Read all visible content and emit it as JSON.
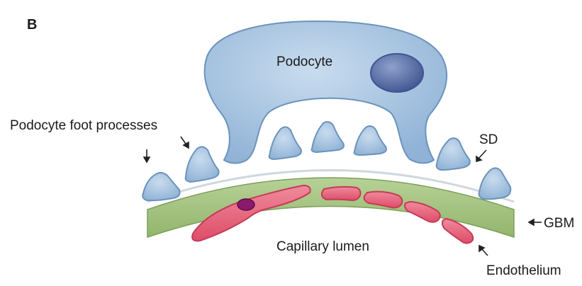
{
  "panel_label": "B",
  "labels": {
    "podocyte": "Podocyte",
    "foot_processes": "Podocyte foot processes",
    "sd": "SD",
    "gbm": "GBM",
    "capillary_lumen": "Capillary lumen",
    "endothelium": "Endothelium"
  },
  "colors": {
    "podocyte_fill": "#9fbfdd",
    "podocyte_stroke": "#6c93bb",
    "nucleus": "#5f73a6",
    "gbm_fill": "#a8c583",
    "gbm_stroke": "#7d9f5b",
    "endothelium_fill": "#e8677d",
    "endothelium_stroke": "#c43c57",
    "endothelial_nucleus": "#8a1a6e"
  }
}
